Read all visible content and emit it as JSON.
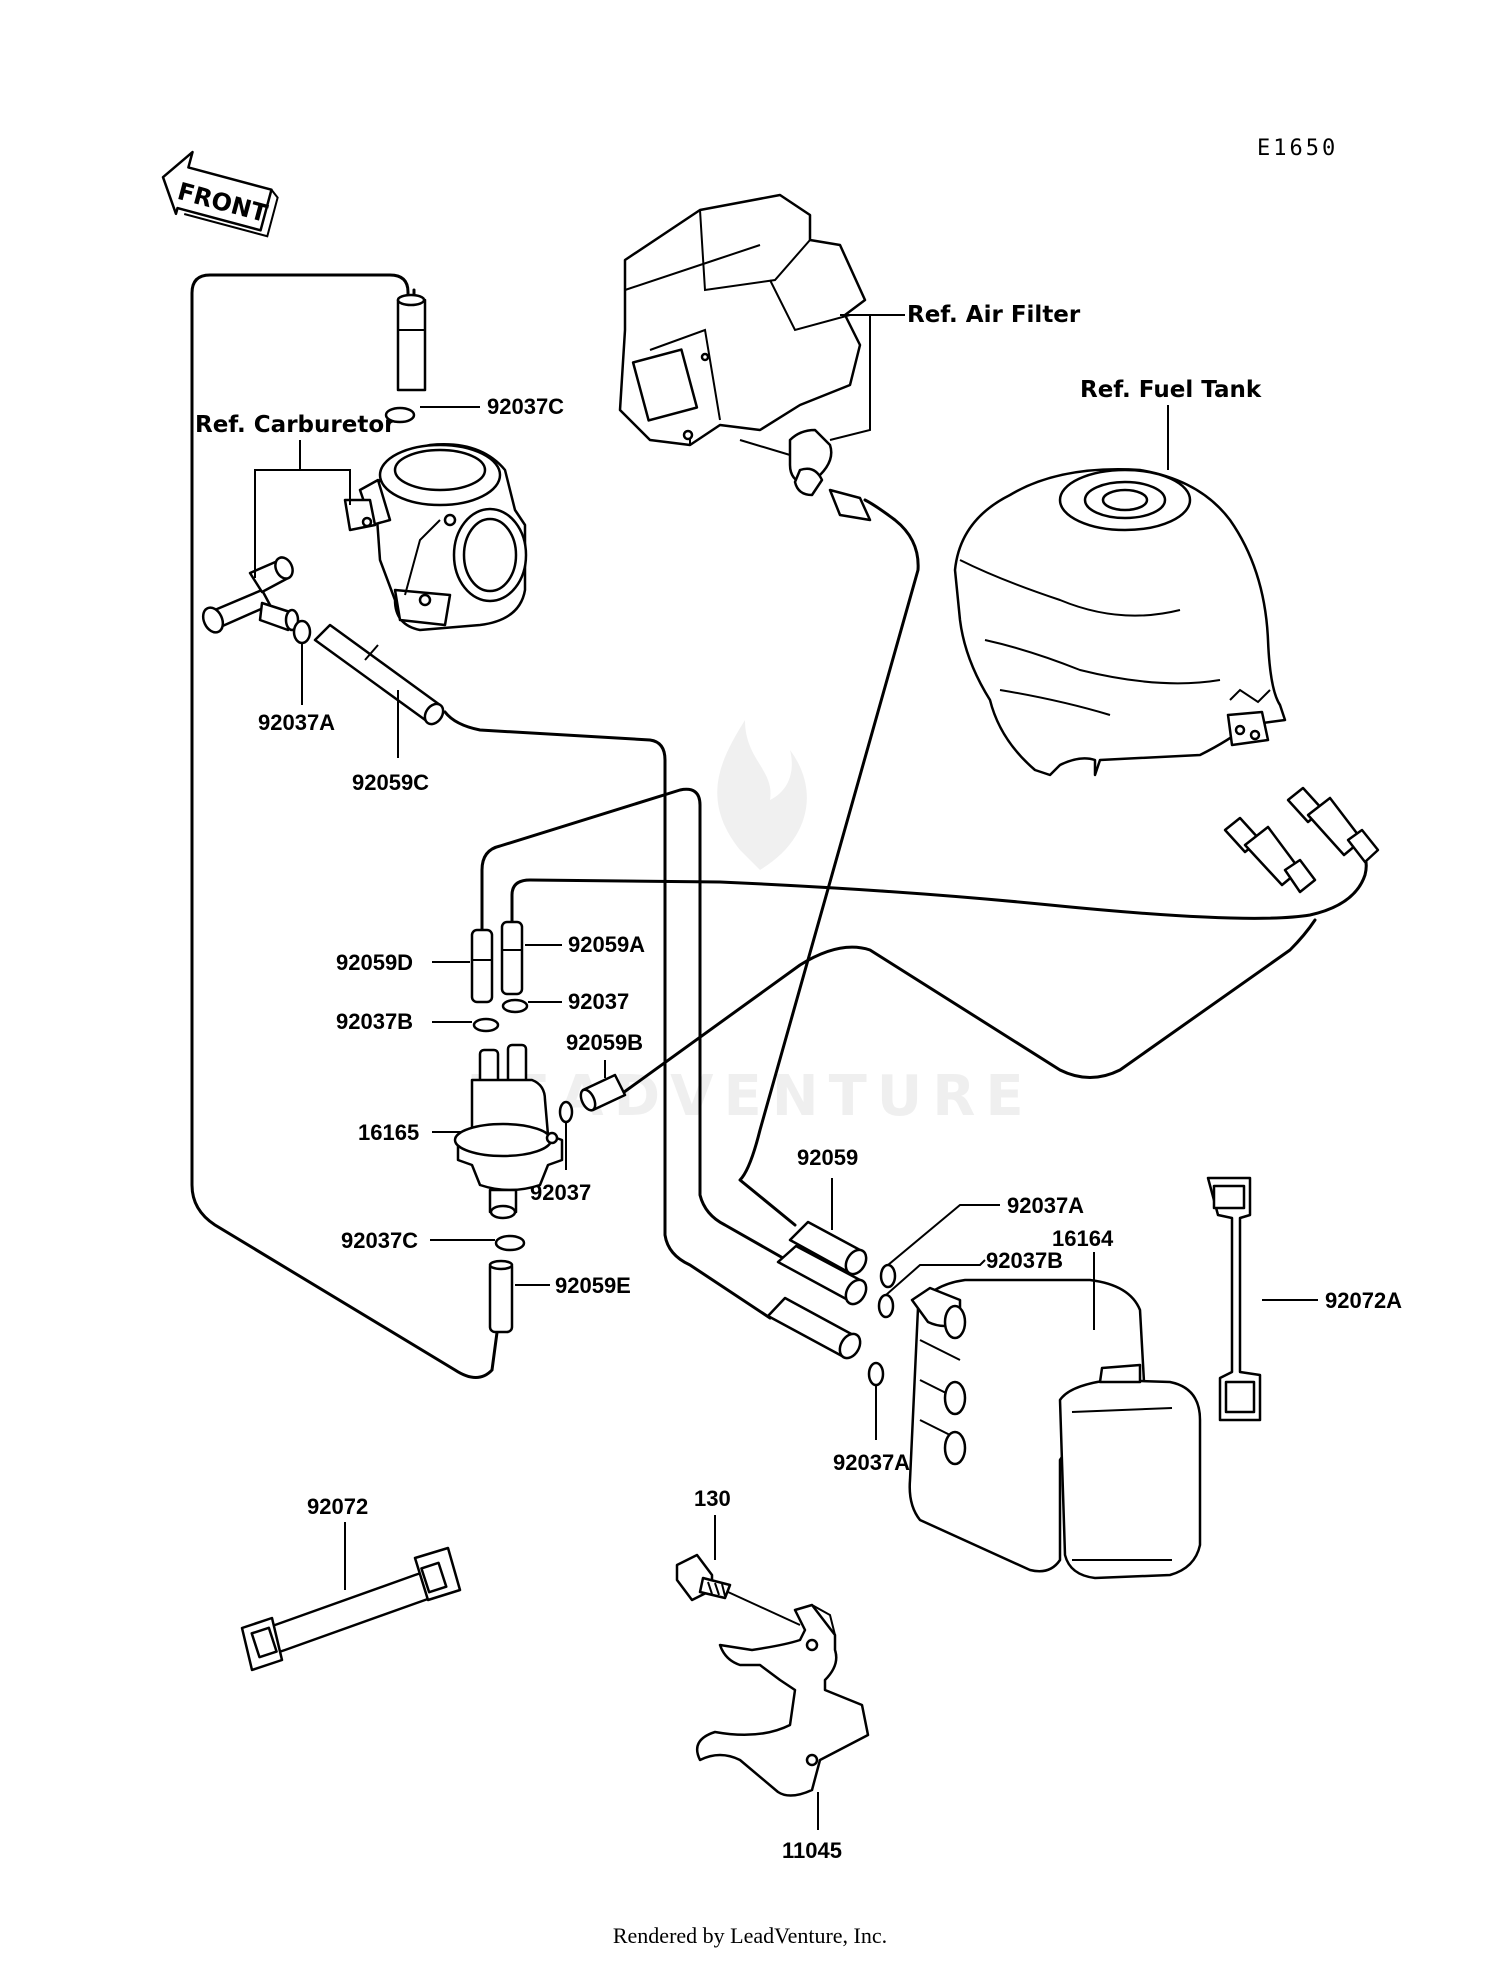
{
  "diagram_code": "E1650",
  "front_label": "FRONT",
  "credit": "Rendered by LeadVenture, Inc.",
  "watermark": "LEADVENTURE",
  "refs": {
    "air_filter": "Ref. Air Filter",
    "fuel_tank": "Ref. Fuel Tank",
    "carburetor": "Ref. Carburetor"
  },
  "parts": {
    "p92037C_top": "92037C",
    "p92037A_left": "92037A",
    "p92059C": "92059C",
    "p92059D": "92059D",
    "p92059A": "92059A",
    "p92037B_left": "92037B",
    "p92037_upper": "92037",
    "p92059B": "92059B",
    "p16165": "16165",
    "p92037_lower": "92037",
    "p92037C_lower": "92037C",
    "p92059E": "92059E",
    "p92059": "92059",
    "p92037A_upper": "92037A",
    "p92037B_right": "92037B",
    "p16164": "16164",
    "p92072A": "92072A",
    "p92037A_lower": "92037A",
    "p92072": "92072",
    "p130": "130",
    "p11045": "11045"
  }
}
